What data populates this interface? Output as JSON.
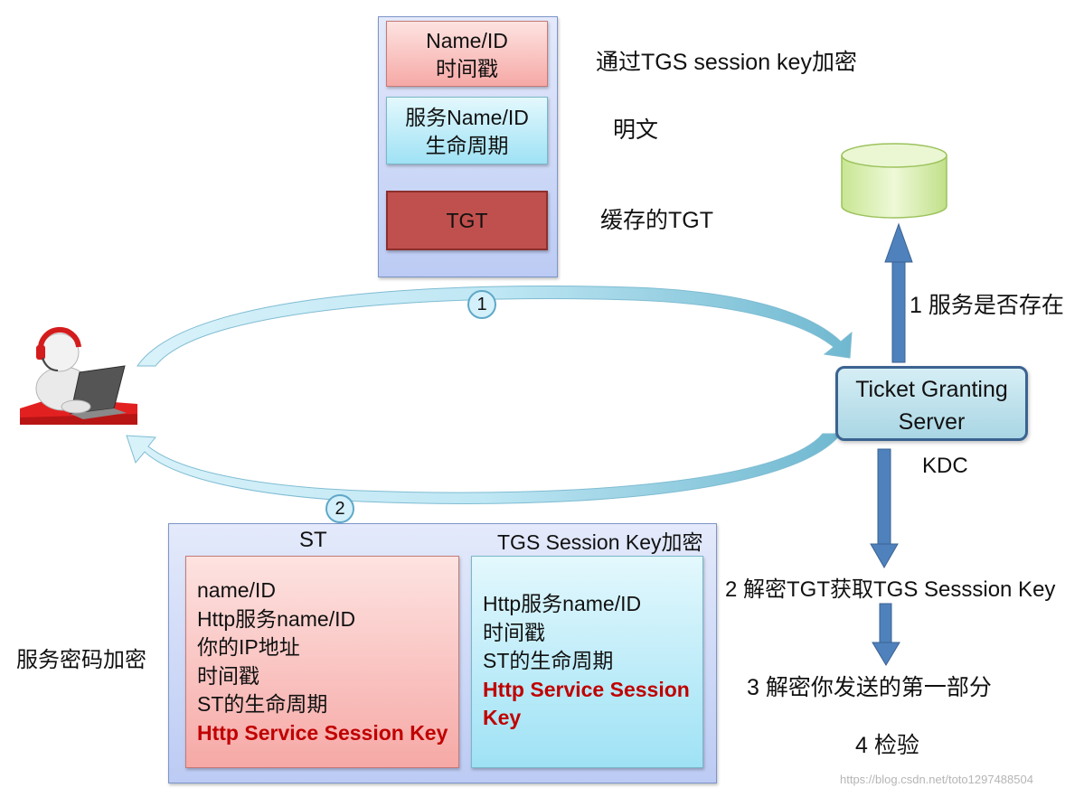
{
  "top_panel": {
    "box1": [
      "Name/ID",
      "时间戳"
    ],
    "box2": [
      "服务Name/ID",
      "生命周期"
    ],
    "box3": "TGT",
    "notes": [
      "通过TGS session key加密",
      "明文",
      "缓存的TGT"
    ]
  },
  "steps": {
    "c1": "1",
    "c2": "2"
  },
  "server": {
    "line1": "Ticket Granting",
    "line2": "Server",
    "kdc": "KDC"
  },
  "right_labels": [
    "1 服务是否存在",
    "2 解密TGT获取TGS Sesssion Key",
    "3 解密你发送的第一部分",
    "4 检验"
  ],
  "st_panel": {
    "title": "ST",
    "enc_label": "TGS Session Key加密",
    "left_label": "服务密码加密",
    "pink_lines": [
      "name/ID",
      "Http服务name/ID",
      "你的IP地址",
      "时间戳",
      "ST的生命周期"
    ],
    "pink_key": "Http Service Session Key",
    "cyan_lines": [
      "Http服务name/ID",
      "时间戳",
      "ST的生命周期"
    ],
    "cyan_key_1": "Http Service Session",
    "cyan_key_2": "Key"
  },
  "watermark": "https://blog.csdn.net/toto1297488504",
  "colors": {
    "pink": "#f6a9a6",
    "cyan": "#9fe2f5",
    "tgt": "#c0504d",
    "panel": "#c7d3f6",
    "arrow": "#4f81bd",
    "highlight": "#c00000",
    "database": "#d7f0a9"
  },
  "icons": {
    "user": "user-laptop-icon",
    "database": "database-icon"
  }
}
